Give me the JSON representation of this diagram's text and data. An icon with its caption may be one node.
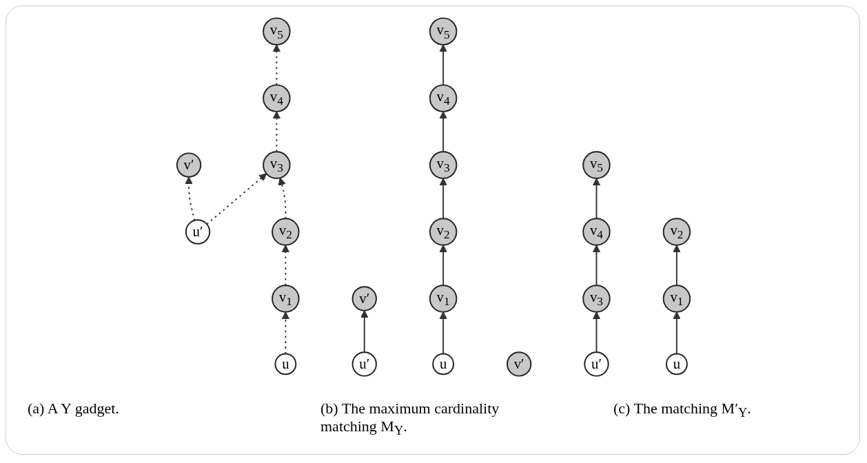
{
  "diagram": {
    "nodes": [
      {
        "text": [
          "v′"
        ]
      },
      {
        "text": [
          "v$_{5}$"
        ]
      },
      {
        "text": [
          "u′"
        ]
      },
      {
        "text": [
          "v$_{4}$"
        ]
      },
      {
        "text": [
          "v$_{3}$"
        ]
      },
      {
        "text": [
          "v$_{2}$"
        ]
      },
      {
        "text": [
          "v$_{1}$"
        ]
      },
      {
        "text": [
          "u"
        ]
      },
      {
        "text": [
          "v′"
        ]
      },
      {
        "text": [
          "v$_{5}$"
        ]
      },
      {
        "text": [
          "u′"
        ]
      },
      {
        "text": [
          "v$_{4}$"
        ]
      },
      {
        "text": [
          "v$_{3}$"
        ]
      },
      {
        "text": [
          "v$_{2}$"
        ]
      },
      {
        "text": [
          "v$_{1}$"
        ]
      },
      {
        "text": [
          "u"
        ]
      },
      {
        "text": [
          "v′"
        ]
      },
      {
        "text": [
          "v$_{5}$"
        ]
      },
      {
        "text": [
          "u′"
        ]
      },
      {
        "text": [
          "v$_{4}$"
        ]
      },
      {
        "text": [
          "v$_{3}$"
        ]
      },
      {
        "text": [
          "v$_{2}$"
        ]
      },
      {
        "text": [
          "v$_{1}$"
        ]
      },
      {
        "text": [
          "u"
        ]
      }
    ],
    "edges": [
      {
        "from": 7,
        "to": 6,
        "arrow": "to",
        "style": "dashed"
      },
      {
        "from": 6,
        "to": 5,
        "arrow": "to",
        "style": "dashed"
      },
      {
        "from": 5,
        "to": 4,
        "arrow": "to",
        "style": "dashed"
      },
      {
        "from": 2,
        "to": 4,
        "arrow": "to",
        "style": "dashed"
      },
      {
        "from": 4,
        "to": 3,
        "arrow": "to",
        "style": "dashed"
      },
      {
        "from": 2,
        "to": 0,
        "arrow": "to",
        "style": "dashed"
      },
      {
        "from": 3,
        "to": 1,
        "arrow": "to",
        "style": "dashed"
      },
      {
        "from": 15,
        "to": 14,
        "arrow": "to"
      },
      {
        "from": 14,
        "to": 13,
        "arrow": "to"
      },
      {
        "from": 13,
        "to": 12,
        "arrow": "to"
      },
      {
        "from": 12,
        "to": 11,
        "arrow": "to"
      },
      {
        "from": 10,
        "to": 8,
        "arrow": "to"
      },
      {
        "from": 11,
        "to": 9,
        "arrow": "to"
      },
      {
        "from": 23,
        "to": 22,
        "arrow": "to"
      },
      {
        "from": 22,
        "to": 21,
        "arrow": "to"
      },
      {
        "from": 18,
        "to": 20,
        "arrow": "to"
      },
      {
        "from": 20,
        "to": 19,
        "arrow": "to"
      },
      {
        "from": 19,
        "to": 17,
        "arrow": "to"
      }
    ],
    "labels": [
      "(a) A Y gadget.",
      "(b) The maximum cardinality matching M$_{Y}$.",
      "(c) The matching M′$_{Y}$."
    ]
  }
}
